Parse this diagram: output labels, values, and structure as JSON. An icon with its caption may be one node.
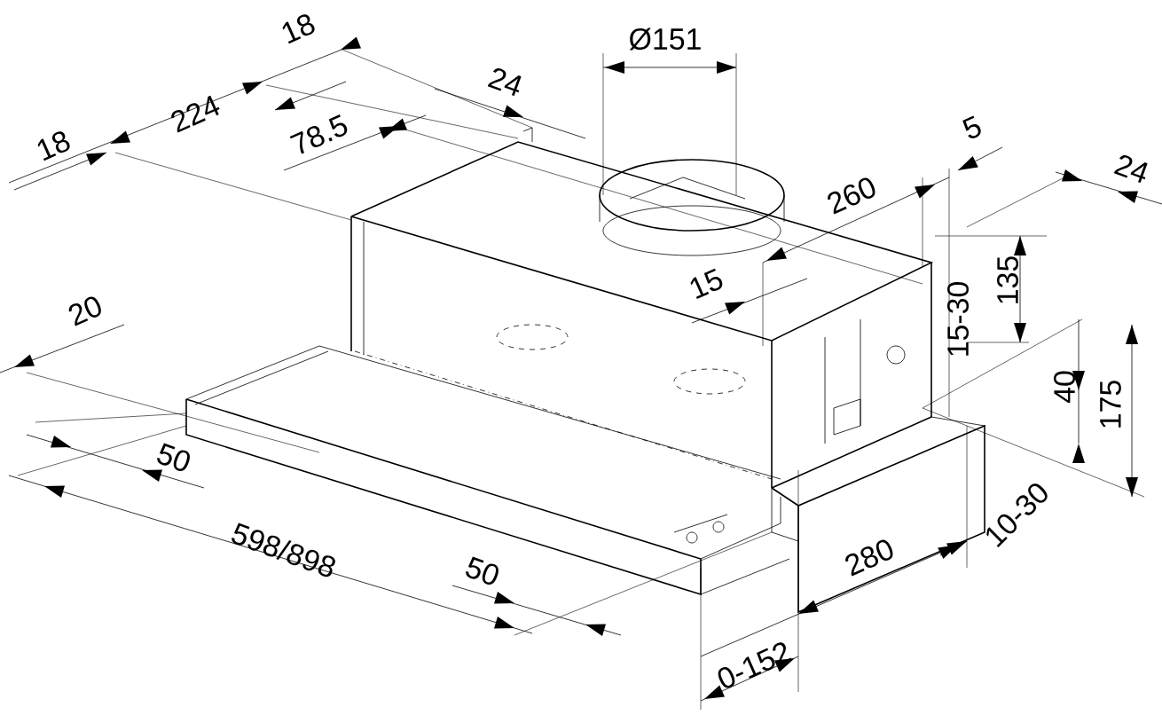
{
  "diagram": {
    "labels": [
      "18",
      "224",
      "18",
      "24",
      "Ø151",
      "78.5",
      "5",
      "260",
      "24",
      "15",
      "15-30",
      "135",
      "20",
      "40",
      "175",
      "50",
      "598/898",
      "50",
      "10-30",
      "280",
      "0-152"
    ]
  }
}
